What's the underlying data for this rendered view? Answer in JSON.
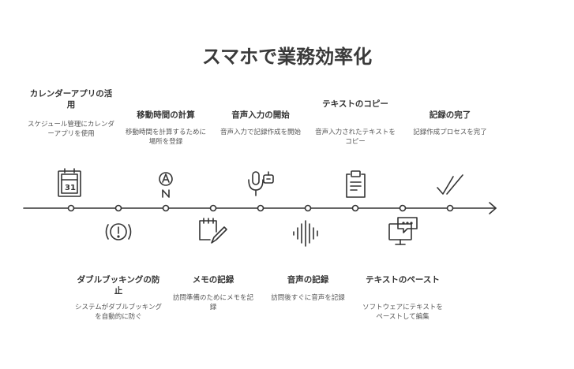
{
  "title": "スマホで業務効率化",
  "steps": [
    {
      "title": "カレンダーアプリの活用",
      "desc": "スケジュール管理にカレンダーアプリを使用",
      "icon": "calendar-icon"
    },
    {
      "title": "ダブルブッキングの防止",
      "desc": "システムがダブルブッキングを自動的に防ぐ",
      "icon": "alert-circle-icon"
    },
    {
      "title": "移動時間の計算",
      "desc": "移動時間を計算するために場所を登録",
      "icon": "navigation-icon"
    },
    {
      "title": "メモの記録",
      "desc": "訪問準備のためにメモを記録",
      "icon": "notepad-pen-icon"
    },
    {
      "title": "音声入力の開始",
      "desc": "音声入力で記録作成を開始",
      "icon": "microphone-icon"
    },
    {
      "title": "音声の記録",
      "desc": "訪問後すぐに音声を記録",
      "icon": "soundwave-icon"
    },
    {
      "title": "テキストのコピー",
      "desc": "音声入力されたテキストをコピー",
      "icon": "clipboard-icon"
    },
    {
      "title": "テキストのペースト",
      "desc": "ソフトウェアにテキストをペーストして編集",
      "icon": "monitor-chat-icon"
    },
    {
      "title": "記録の完了",
      "desc": "記録作成プロセスを完了",
      "icon": "double-check-icon"
    }
  ],
  "colors": {
    "line": "#333333",
    "text": "#333333",
    "muted": "#555555"
  }
}
